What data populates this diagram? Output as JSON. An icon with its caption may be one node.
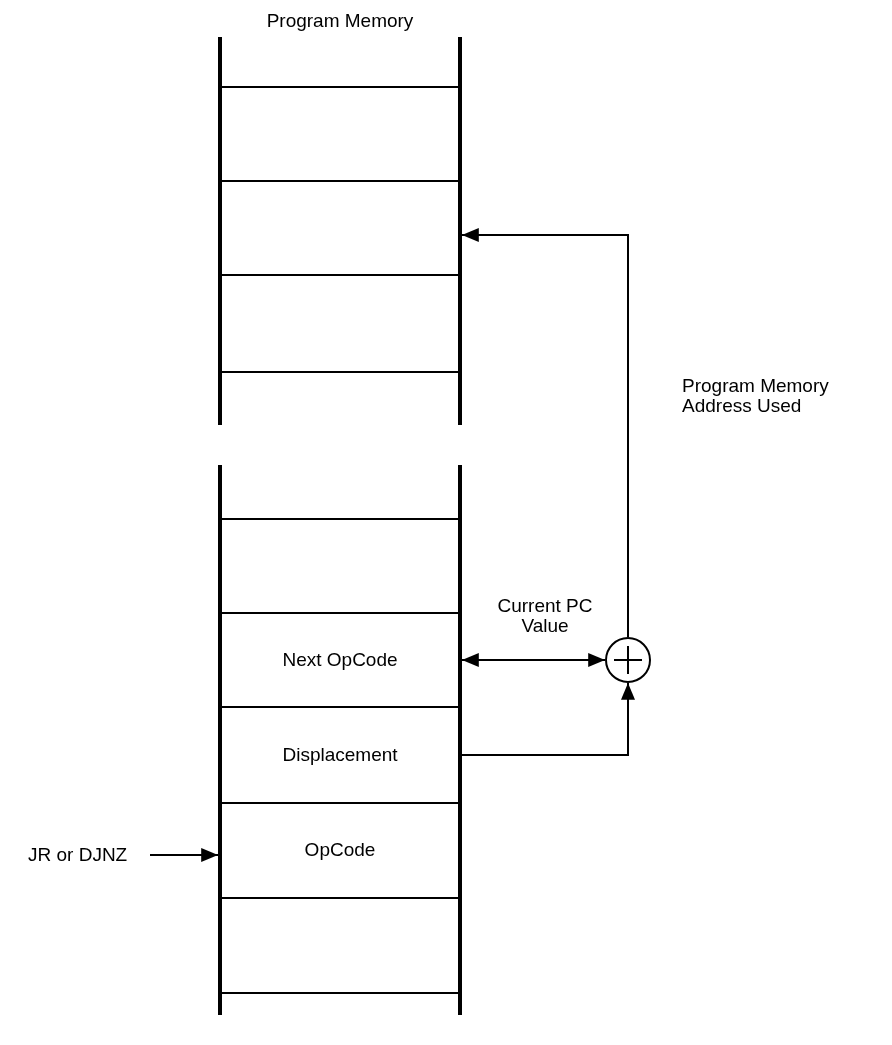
{
  "diagram": {
    "nodes": [
      {
        "text": [
          "Program Memory"
        ]
      },
      {
        "text": [],
        "shape": "box"
      },
      {
        "text": [
          "Next OpCode"
        ],
        "in": 1
      },
      {
        "text": [
          "Displacement"
        ],
        "in": 1
      },
      {
        "text": [
          "OpCode"
        ],
        "in": 1
      },
      {
        "text": [],
        "shape": "circle"
      },
      {
        "text": [
          "JR or DJNZ"
        ]
      }
    ],
    "edges": [
      {
        "from": 2,
        "to": 5,
        "arrow": "both",
        "label": "Current PC Value"
      },
      {
        "from": 3,
        "to": 5,
        "arrow": "to"
      },
      {
        "from": 5,
        "to": 0,
        "arrow": "to",
        "label": "Program Memory Address Used"
      },
      {
        "from": 6,
        "to": 4,
        "arrow": "to"
      }
    ]
  }
}
